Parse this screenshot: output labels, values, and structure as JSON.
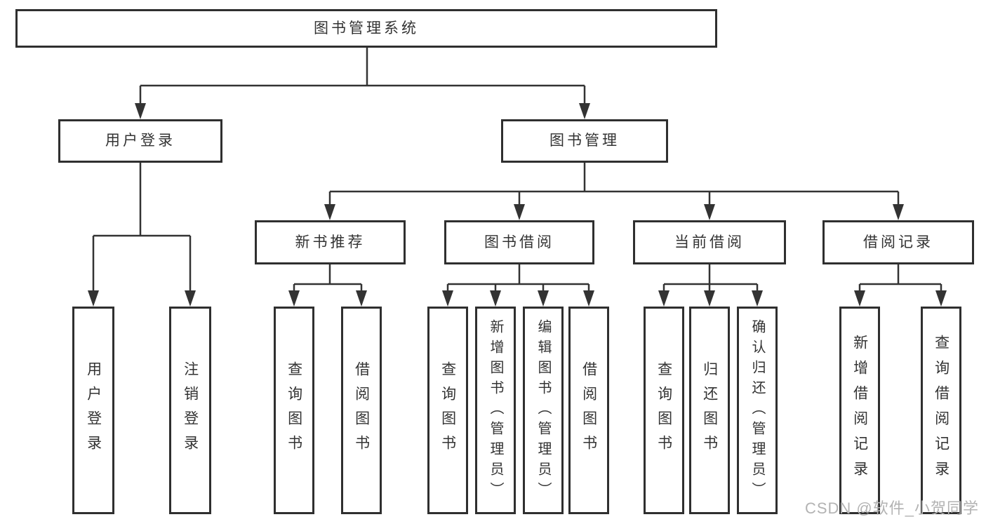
{
  "colors": {
    "line": "#333333",
    "box_border": "#2f2f2f",
    "text": "#333333",
    "watermark": "#b3b3b3",
    "background": "#ffffff"
  },
  "tree": {
    "root": {
      "label": "图书管理系统"
    },
    "branches": [
      {
        "label": "用户登录",
        "children": [
          {
            "label": "用户登录"
          },
          {
            "label": "注销登录"
          }
        ]
      },
      {
        "label": "图书管理",
        "children": [
          {
            "label": "新书推荐",
            "children": [
              {
                "label": "查询图书"
              },
              {
                "label": "借阅图书"
              }
            ]
          },
          {
            "label": "图书借阅",
            "children": [
              {
                "label": "查询图书"
              },
              {
                "label": "新增图书（管理员）"
              },
              {
                "label": "编辑图书（管理员）"
              },
              {
                "label": "借阅图书"
              }
            ]
          },
          {
            "label": "当前借阅",
            "children": [
              {
                "label": "查询图书"
              },
              {
                "label": "归还图书"
              },
              {
                "label": "确认归还（管理员）"
              }
            ]
          },
          {
            "label": "借阅记录",
            "children": [
              {
                "label": "新增借阅记录"
              },
              {
                "label": "查询借阅记录"
              }
            ]
          }
        ]
      }
    ]
  },
  "watermark": {
    "text": "CSDN @软件_小贺同学"
  }
}
